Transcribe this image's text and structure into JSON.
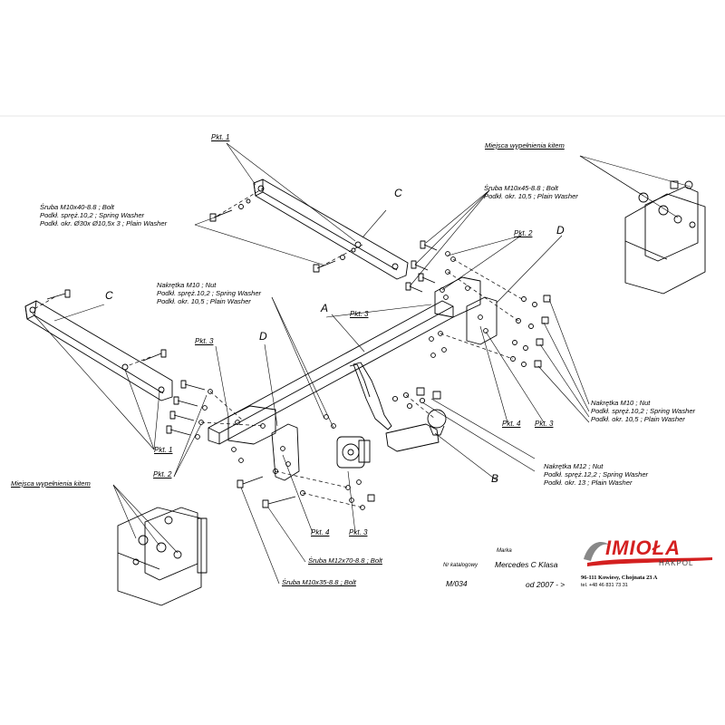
{
  "parts": {
    "c_top": "C",
    "c_left": "C",
    "a": "A",
    "b": "B",
    "d_right": "D",
    "d_left": "D"
  },
  "points": {
    "pkt1_top": "Pkt. 1",
    "pkt1_bottom": "Pkt. 1",
    "pkt2_right": "Pkt. 2",
    "pkt2_left": "Pkt. 2",
    "pkt3_center": "Pkt. 3",
    "pkt3_left": "Pkt. 3",
    "pkt3_right": "Pkt. 3",
    "pkt3_bottom": "Pkt. 3",
    "pkt4_right": "Pkt. 4",
    "pkt4_bottom": "Pkt. 4"
  },
  "callouts": {
    "kit_top": "Miejsca wypełnienia kitem",
    "kit_bottom": "Miejsca wypełnienia kitem",
    "bolt_m10x40": [
      "Śruba M10x40-8.8 ;  Bolt",
      "Podkł. spręż.10,2 ; Spring Washer",
      "Podkł. okr.  Ø30x Ø10,5x 3 ; Plain Washer"
    ],
    "bolt_m10x45": [
      "Śruba M10x45-8.8 ;  Bolt",
      "Podkł. okr. 10,5 ; Plain Washer"
    ],
    "nut_m10_left": [
      "Nakrętka  M10 ; Nut",
      "Podkł. spręż.10,2 ; Spring Washer",
      "Podkł. okr. 10,5 ; Plain Washer"
    ],
    "nut_m10_right": [
      "Nakrętka  M10 ; Nut",
      "Podkł. spręż.10,2 ; Spring Washer",
      "Podkł. okr. 10,5 ; Plain Washer"
    ],
    "nut_m12": [
      "Nakrętka  M12 ; Nut",
      "Podkł. spręż.12,2 ; Spring Washer",
      "Podkł. okr. 13 ; Plain Washer"
    ],
    "bolt_m12x70": "Śruba M12x70-8.8 ;  Bolt",
    "bolt_m10x35": "Śruba M10x35-8.8 ;  Bolt"
  },
  "title_block": {
    "catalog_label": "Nr katalogowy",
    "catalog_no": "M/034",
    "brand_label": "Marka",
    "model": "Mercedes C Klasa",
    "year": "od 2007 - >"
  },
  "company": {
    "logo": "IMIOŁA",
    "sub": "HAKPOL",
    "address": "96-111 Kowiesy, Chojnata 23 A",
    "tel": "tel. +48 46 831 73 31",
    "logo_color": "#d42020"
  }
}
